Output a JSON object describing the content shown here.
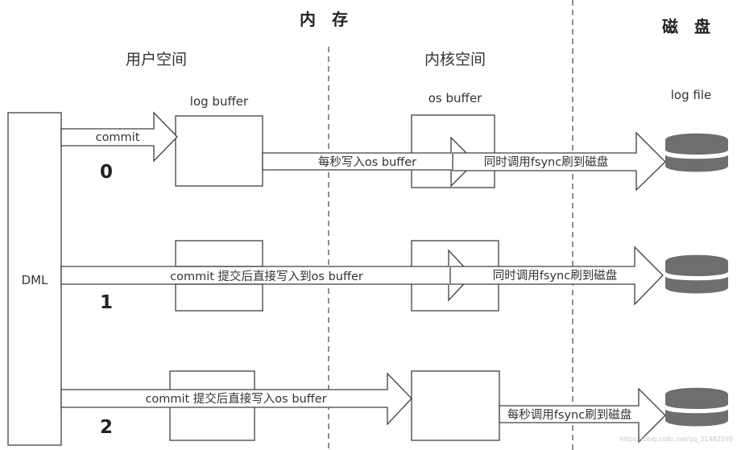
{
  "headers": {
    "memory": "内　存",
    "disk": "磁　盘",
    "user_space": "用户空间",
    "kernel_space": "内核空间"
  },
  "labels": {
    "log_buffer": "log buffer",
    "os_buffer": "os buffer",
    "log_file": "log file",
    "dml": "DML"
  },
  "rows": [
    {
      "number": "0",
      "commit_label": "commit",
      "write_label": "每秒写入os buffer",
      "fsync_label": "同时调用fsync刷到磁盘"
    },
    {
      "number": "1",
      "write_label": "commit 提交后直接写入到os buffer",
      "fsync_label": "同时调用fsync刷到磁盘"
    },
    {
      "number": "2",
      "write_label": "commit 提交后直接写入os buffer",
      "fsync_label": "每秒调用fsync刷到磁盘"
    }
  ],
  "watermark": "https://blog.csdn.net/qq_31482599",
  "colors": {
    "stroke": "#404040",
    "disk": "#6e6e6e",
    "divider": "#555555"
  }
}
